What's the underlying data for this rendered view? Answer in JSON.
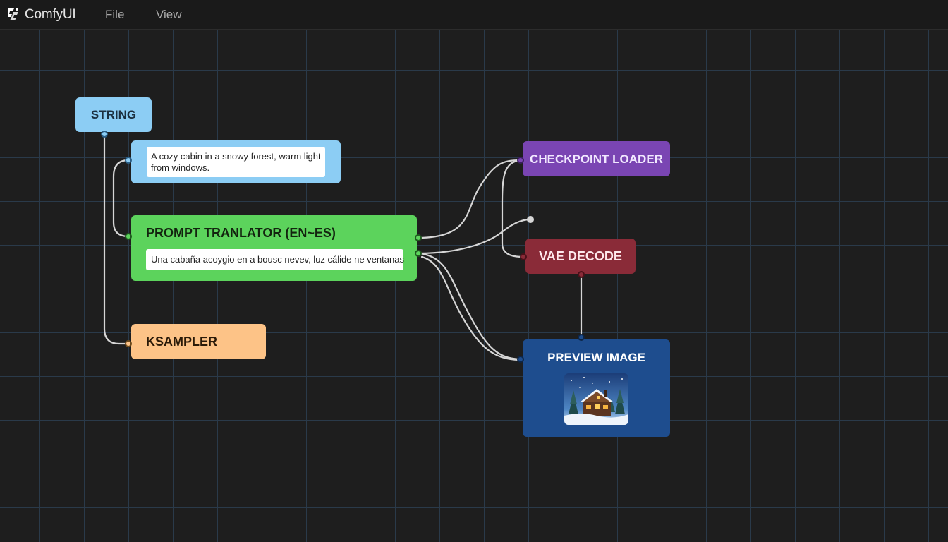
{
  "app": {
    "brand": "ComfyUI",
    "menu": [
      "File",
      "View"
    ]
  },
  "nodes": {
    "string": {
      "title": "STRING",
      "color": "#8ccdf4",
      "text": "A cozy cabin in a snowy forest, warm light from windows."
    },
    "translator": {
      "title": "PROMPT TRANLATOR (EN~ES)",
      "color": "#5cd35c",
      "output_text": "Una cabaña acoygio en a bousc nevev, luz cálide ne ventanas"
    },
    "ksampler": {
      "title": "KSAMPLER",
      "color": "#fdc387"
    },
    "checkpoint": {
      "title": "CHECKPOINT LOADER",
      "color": "#7a45b3"
    },
    "vae": {
      "title": "VAE DECODE",
      "color": "#8a2b38"
    },
    "preview": {
      "title": "PREVIEW IMAGE",
      "color": "#1e4d8e",
      "image": "snowy-cabin-thumbnail"
    }
  },
  "colors": {
    "canvas": "#1e1e1e",
    "grid": "#2a3a4a",
    "link": "#d6d6d6"
  }
}
